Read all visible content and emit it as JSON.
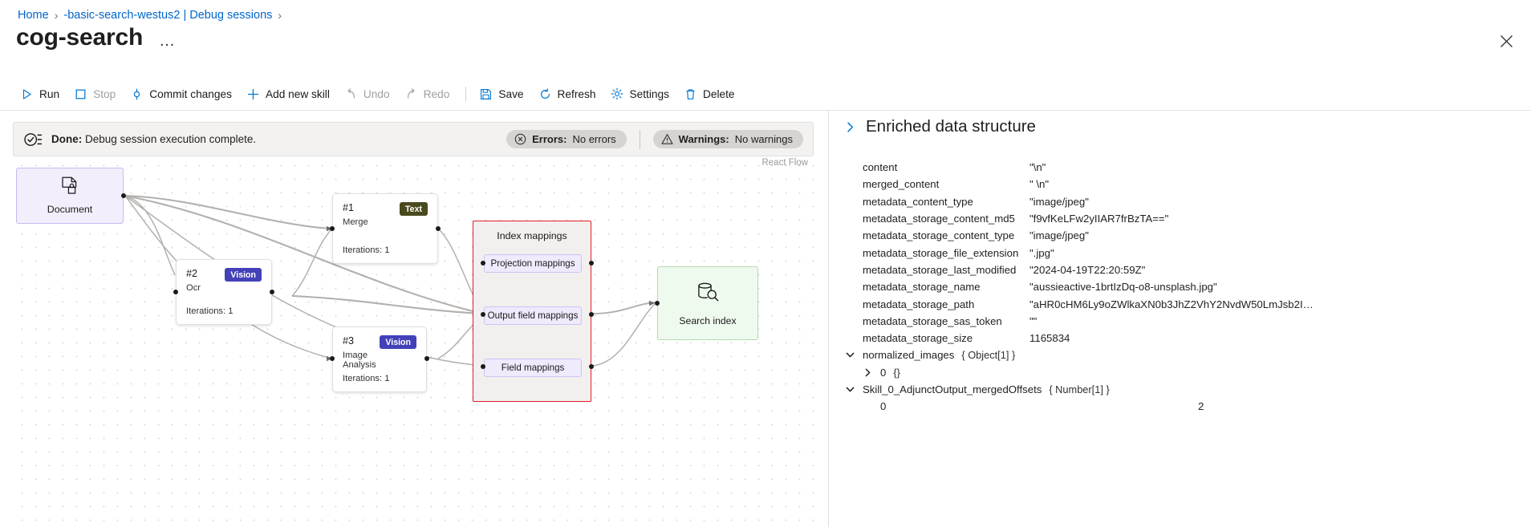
{
  "breadcrumb": {
    "items": [
      {
        "label": "Home"
      },
      {
        "label": "-basic-search-westus2 | Debug sessions"
      }
    ],
    "separator": "›"
  },
  "header": {
    "title": "cog-search",
    "ellipsis_label": "…",
    "close_icon": "close-icon"
  },
  "toolbar": {
    "items": [
      {
        "label": "Run",
        "icon": "play-icon",
        "disabled": false
      },
      {
        "label": "Stop",
        "icon": "stop-icon",
        "disabled": true
      },
      {
        "label": "Commit changes",
        "icon": "commit-icon",
        "disabled": false
      },
      {
        "label": "Add new skill",
        "icon": "plus-icon",
        "disabled": false
      },
      {
        "label": "Undo",
        "icon": "undo-icon",
        "disabled": true
      },
      {
        "label": "Redo",
        "icon": "redo-icon",
        "disabled": true
      },
      {
        "label": "Save",
        "icon": "save-icon",
        "disabled": false
      },
      {
        "label": "Refresh",
        "icon": "refresh-icon",
        "disabled": false
      },
      {
        "label": "Settings",
        "icon": "gear-icon",
        "disabled": false
      },
      {
        "label": "Delete",
        "icon": "trash-icon",
        "disabled": false
      }
    ]
  },
  "status": {
    "icon": "check-list-icon",
    "prefix": "Done:",
    "message": "Debug session execution complete.",
    "errors": {
      "icon": "error-circle-icon",
      "label": "Errors:",
      "value": "No errors"
    },
    "warnings": {
      "icon": "warning-triangle-icon",
      "label": "Warnings:",
      "value": "No warnings"
    }
  },
  "canvas": {
    "watermark": "React Flow",
    "document_node": {
      "label": "Document",
      "icon": "document-lock-icon"
    },
    "skills": [
      {
        "num": "#1",
        "name": "Merge",
        "badge": "Text",
        "iterations": "Iterations: 1"
      },
      {
        "num": "#2",
        "name": "Ocr",
        "badge": "Vision",
        "iterations": "Iterations: 1"
      },
      {
        "num": "#3",
        "name": "Image Analysis",
        "badge": "Vision",
        "iterations": "Iterations: 1"
      }
    ],
    "mappings_group": {
      "title": "Index mappings",
      "items": [
        "Projection mappings",
        "Output field mappings",
        "Field mappings"
      ]
    },
    "index_node": {
      "label": "Search index",
      "icon": "search-database-icon"
    }
  },
  "enriched": {
    "title": "Enriched data structure",
    "chevron": "chevron-right-icon",
    "rows": [
      {
        "key": "content",
        "value": "\"\\n\"",
        "level": 0,
        "toggle": "none"
      },
      {
        "key": "merged_content",
        "value": "\" \\n\"",
        "level": 0,
        "toggle": "none"
      },
      {
        "key": "metadata_content_type",
        "value": "\"image/jpeg\"",
        "level": 0,
        "toggle": "none"
      },
      {
        "key": "metadata_storage_content_md5",
        "value": "\"f9vfKeLFw2yIIAR7frBzTA==\"",
        "level": 0,
        "toggle": "none"
      },
      {
        "key": "metadata_storage_content_type",
        "value": "\"image/jpeg\"",
        "level": 0,
        "toggle": "none"
      },
      {
        "key": "metadata_storage_file_extension",
        "value": "\".jpg\"",
        "level": 0,
        "toggle": "none"
      },
      {
        "key": "metadata_storage_last_modified",
        "value": "\"2024-04-19T22:20:59Z\"",
        "level": 0,
        "toggle": "none"
      },
      {
        "key": "metadata_storage_name",
        "value": "\"aussieactive-1brtIzDq-o8-unsplash.jpg\"",
        "level": 0,
        "toggle": "none"
      },
      {
        "key": "metadata_storage_path",
        "value": "\"aHR0cHM6Ly9oZWlkaXN0b3JhZ2VhY2NvdW50LmJsb2I…",
        "level": 0,
        "toggle": "none"
      },
      {
        "key": "metadata_storage_sas_token",
        "value": "\"\"",
        "level": 0,
        "toggle": "none"
      },
      {
        "key": "metadata_storage_size",
        "value": "1165834",
        "level": 0,
        "toggle": "none"
      },
      {
        "key": "normalized_images",
        "value": "",
        "type": "{ Object[1] }",
        "level": 0,
        "toggle": "expanded"
      },
      {
        "key": "0",
        "value": "",
        "type": "{}",
        "level": 1,
        "toggle": "collapsed"
      },
      {
        "key": "Skill_0_AdjunctOutput_mergedOffsets",
        "value": "",
        "type": "{ Number[1] }",
        "level": 0,
        "toggle": "expanded"
      },
      {
        "key": "0",
        "value": "2",
        "level": 1,
        "toggle": "none"
      }
    ]
  },
  "colors": {
    "link": "#0066cc",
    "document_node_bg": "#f3eefb",
    "document_node_border": "#c9b8ee",
    "index_node_bg": "#effaef",
    "index_node_border": "#b3d8b3",
    "mapping_group_border": "#e01b24",
    "badge_text": "#4a4a1f",
    "badge_vision": "#4341b8"
  }
}
